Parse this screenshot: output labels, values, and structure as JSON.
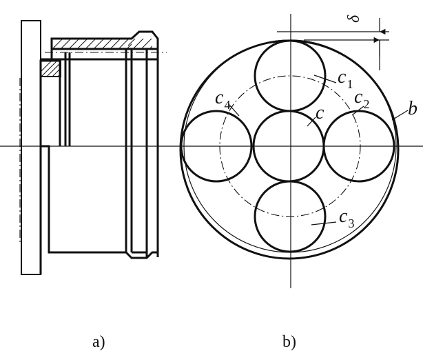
{
  "figure": {
    "captions": {
      "a": "a)",
      "b": "b)"
    },
    "labels": {
      "delta": "δ",
      "b": "b",
      "c": "c",
      "c1": {
        "main": "c",
        "sub": "1"
      },
      "c2": {
        "main": "c",
        "sub": "2"
      },
      "c3": {
        "main": "c",
        "sub": "3"
      },
      "c4": {
        "main": "c",
        "sub": "4"
      }
    }
  }
}
